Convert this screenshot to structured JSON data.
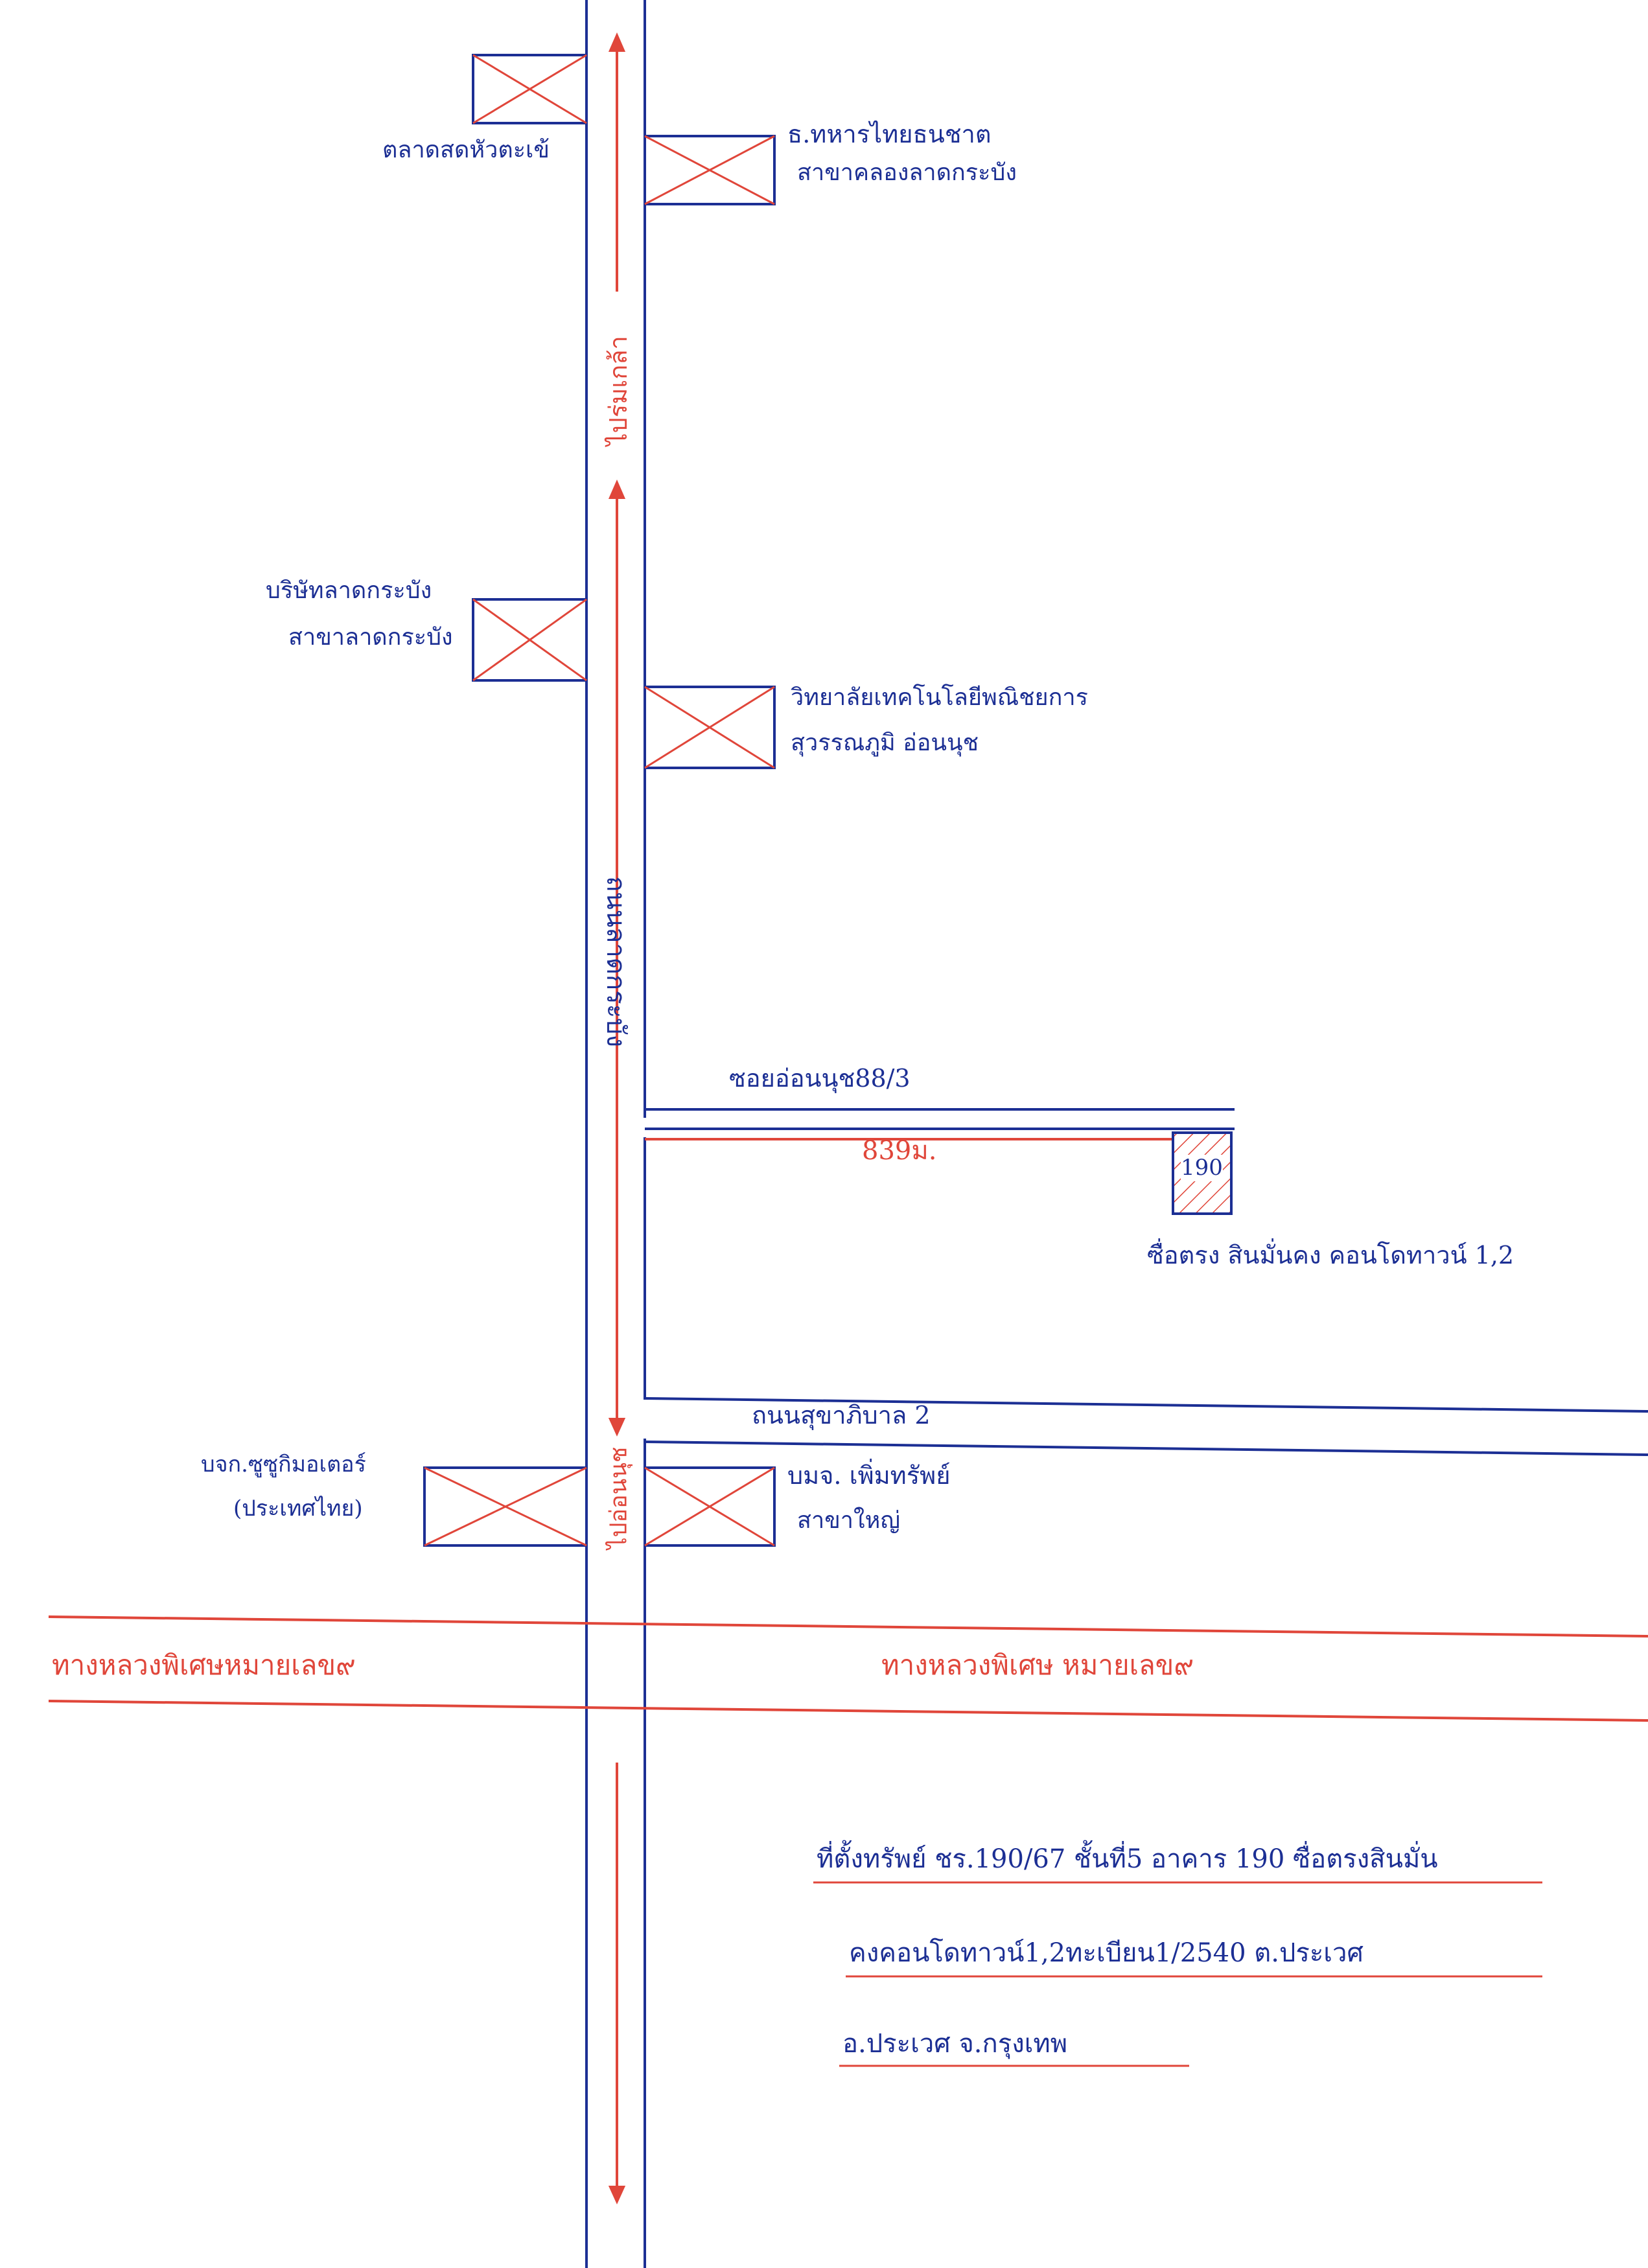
{
  "colors": {
    "ink_blue": "#1c2f94",
    "ink_red": "#e0463a",
    "paper": "#ffffff"
  },
  "roads": {
    "main_road": "ถนนลาดกระบัง",
    "to_north": "ไปร่มเกล้า",
    "to_south": "ไปอ่อนนุช",
    "soi": "ซอยอ่อนนุช88/3",
    "sukhaphiban": "ถนนสุขาภิบาล 2",
    "expressway_left": "ทางหลวงพิเศษหมายเลข๙",
    "expressway_right": "ทางหลวงพิเศษ หมายเลข๙"
  },
  "distance": "839ม.",
  "target": {
    "number": "190",
    "label": "ซื่อตรง สินมั่นคง คอนโดทาวน์ 1,2"
  },
  "landmarks": {
    "market": "ตลาดสดหัวตะเข้",
    "bank_tmb": [
      "ธ.ทหารไทยธนชาต",
      "สาขาคลองลาดกระบัง"
    ],
    "company_ladkrabang": [
      "บริษัทลาดกระบัง",
      "สาขาลาดกระบัง"
    ],
    "college": [
      "วิทยาลัยเทคโนโลยีพณิชยการ",
      "สุวรรณภูมิ อ่อนนุช"
    ],
    "motor": [
      "บจก.ซูซูกิมอเตอร์",
      "(ประเทศไทย)"
    ],
    "pmc": [
      "บมจ. เพิ่มทรัพย์",
      "สาขาใหญ่"
    ]
  },
  "address": [
    "ที่ตั้งทรัพย์ ชร.190/67 ชั้นที่5 อาคาร 190 ซื่อตรงสินมั่น",
    "คงคอนโดทาวน์1,2ทะเบียน1/2540 ต.ประเวศ",
    "อ.ประเวศ จ.กรุงเทพ"
  ]
}
